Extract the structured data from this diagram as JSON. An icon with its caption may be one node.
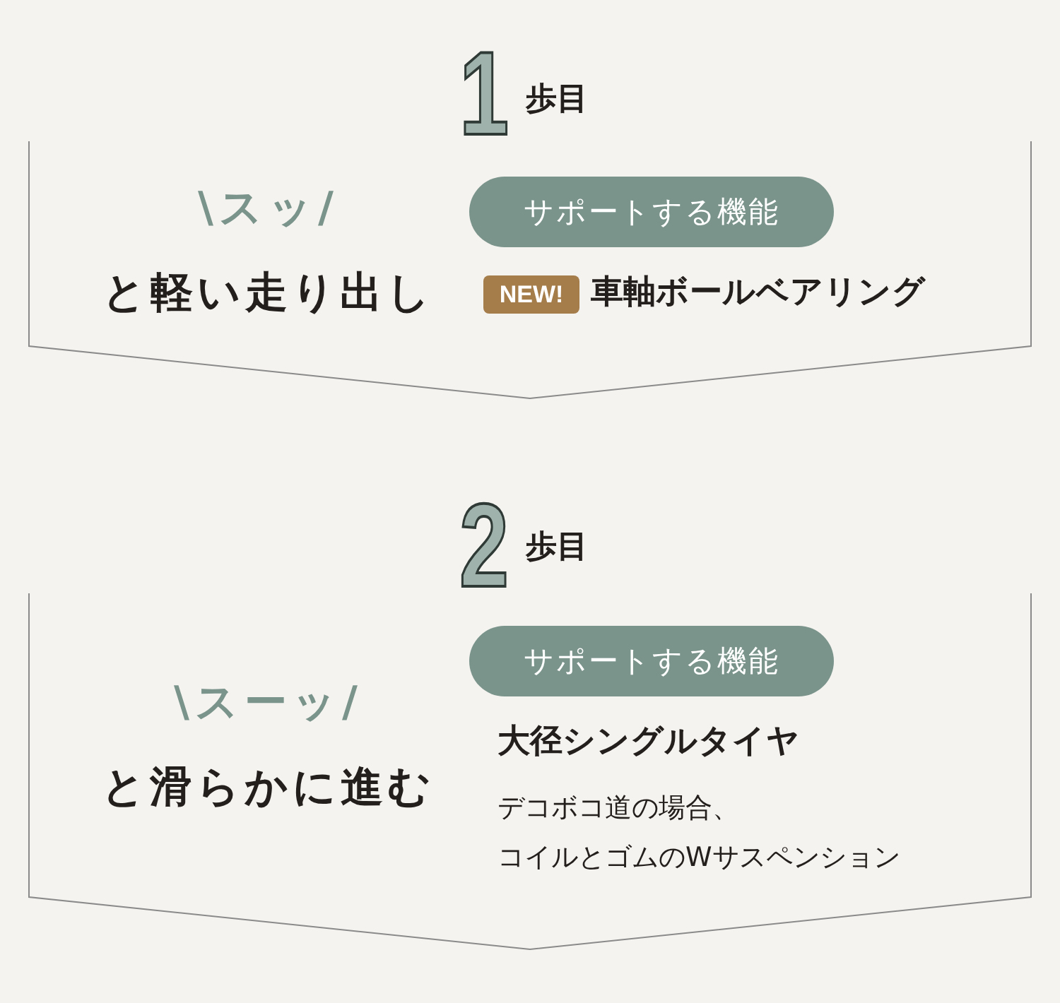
{
  "diagram": {
    "nodes": [
      {
        "text": [
          "1",
          "歩目",
          "\\スッ/",
          "と軽い走り出し"
        ]
      },
      {
        "text": [
          "サポートする機能"
        ],
        "in": 0
      },
      {
        "text": [
          "NEW!"
        ],
        "in": 0
      },
      {
        "text": [
          "2",
          "歩目",
          "\\スーッ/",
          "と滑らかに進む"
        ]
      },
      {
        "text": [
          "サポートする機能"
        ],
        "in": 3
      }
    ],
    "labels": [
      "車軸ボールベアリング",
      "大径シングルタイヤ",
      "デコボコ道の場合、コイルとゴムのWサスペンション"
    ]
  }
}
